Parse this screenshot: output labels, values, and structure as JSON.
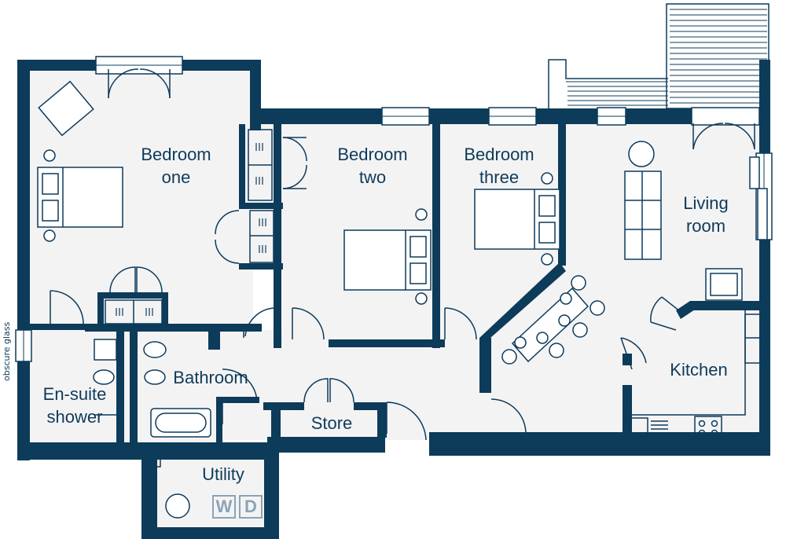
{
  "rooms": {
    "bedroom_one": {
      "line1": "Bedroom",
      "line2": "one"
    },
    "bedroom_two": {
      "line1": "Bedroom",
      "line2": "two"
    },
    "bedroom_three": {
      "line1": "Bedroom",
      "line2": "three"
    },
    "living_room": {
      "line1": "Living",
      "line2": "room"
    },
    "kitchen": "Kitchen",
    "bathroom": "Bathroom",
    "ensuite": {
      "line1": "En-suite",
      "line2": "shower"
    },
    "store": "Store",
    "utility": "Utility"
  },
  "notes": {
    "obscure_glass": "obscure glass"
  },
  "appliances": {
    "washer": "W",
    "dryer": "D"
  },
  "colors": {
    "wall": "#0d3b5a",
    "floor": "#f4f3f4",
    "fixture": "#0d3b5a",
    "appliance_outline": "#8aa4b6"
  }
}
